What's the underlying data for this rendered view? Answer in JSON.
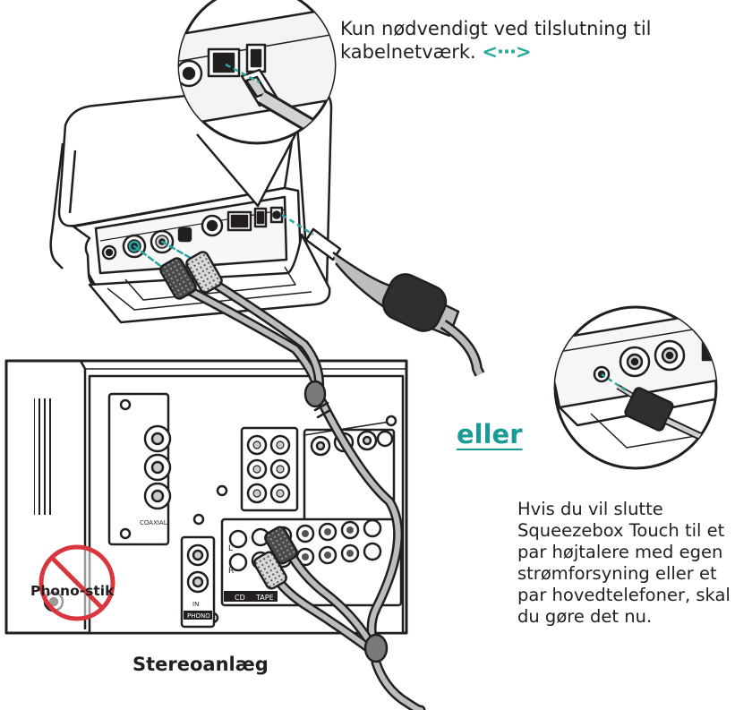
{
  "ethernet_note": {
    "text": "Kun nødvendigt ved tilslutning til kabelnetværk.",
    "icon": "ethernet-icon",
    "icon_glyph": "<···>"
  },
  "alternative_label": "eller",
  "speaker_note": "Hvis du vil slutte Squeezebox Touch til et par højtalere med egen strømforsyning eller et par hovedtelefoner, skal du gøre det nu.",
  "stereo_label": "Stereoanlæg",
  "phono_warning": {
    "label": "Phono-stik",
    "icon": "prohibited-icon"
  },
  "device_port_labels": {
    "coaxial": "COAXIAL",
    "in": "IN",
    "phono": "PHONO",
    "cd": "CD",
    "tape": "TAPE",
    "left": "L",
    "right": "R"
  },
  "colors": {
    "accent": "#2aa6a0",
    "warning": "#d9363e",
    "outline": "#231f20"
  }
}
